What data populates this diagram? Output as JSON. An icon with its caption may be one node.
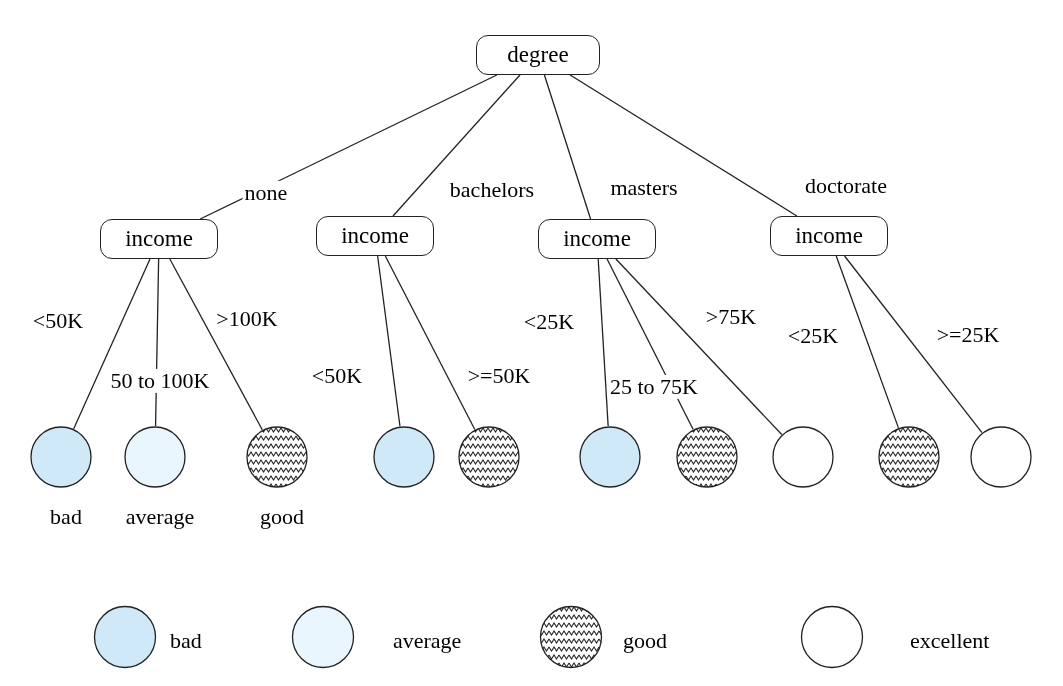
{
  "diagram": {
    "nodes": [
      {
        "text": [
          "degree"
        ]
      },
      {
        "text": [
          "income"
        ]
      },
      {
        "text": [
          "income"
        ]
      },
      {
        "text": [
          "income"
        ]
      },
      {
        "text": [
          "income"
        ]
      },
      {
        "text": [],
        "shape": "circle",
        "beside": [
          "bad"
        ]
      },
      {
        "text": [],
        "shape": "circle",
        "beside": [
          "average"
        ]
      },
      {
        "text": [],
        "shape": "circle",
        "beside": [
          "good"
        ]
      },
      {
        "text": [],
        "shape": "circle"
      },
      {
        "text": [],
        "shape": "circle"
      },
      {
        "text": [],
        "shape": "circle"
      },
      {
        "text": [],
        "shape": "circle"
      },
      {
        "text": [],
        "shape": "circle"
      },
      {
        "text": [],
        "shape": "circle"
      },
      {
        "text": [],
        "shape": "circle"
      }
    ],
    "edges": [
      {
        "from": 0,
        "to": 1,
        "arrow": "none",
        "label": "none"
      },
      {
        "from": 0,
        "to": 2,
        "arrow": "none",
        "label": "bachelors"
      },
      {
        "from": 0,
        "to": 3,
        "arrow": "none",
        "label": "masters"
      },
      {
        "from": 0,
        "to": 4,
        "arrow": "none",
        "label": "doctorate"
      },
      {
        "from": 1,
        "to": 5,
        "arrow": "none",
        "label": "<50K"
      },
      {
        "from": 1,
        "to": 6,
        "arrow": "none",
        "label": "50 to 100K"
      },
      {
        "from": 1,
        "to": 7,
        "arrow": "none",
        "label": ">100K"
      },
      {
        "from": 2,
        "to": 8,
        "arrow": "none",
        "label": "<50K"
      },
      {
        "from": 2,
        "to": 9,
        "arrow": "none",
        "label": ">=50K"
      },
      {
        "from": 3,
        "to": 10,
        "arrow": "none",
        "label": "<25K"
      },
      {
        "from": 3,
        "to": 11,
        "arrow": "none",
        "label": "25 to 75K"
      },
      {
        "from": 3,
        "to": 12,
        "arrow": "none",
        "label": ">75K"
      },
      {
        "from": 4,
        "to": 13,
        "arrow": "none",
        "label": "<25K"
      },
      {
        "from": 4,
        "to": 14,
        "arrow": "none",
        "label": ">=25K"
      }
    ],
    "legend": [
      {
        "text": "bad",
        "color": "#cfe9f8"
      },
      {
        "text": "average",
        "color": "#eaf6fd"
      },
      {
        "text": "good"
      },
      {
        "text": "excellent",
        "color": "#ffffff"
      }
    ]
  }
}
